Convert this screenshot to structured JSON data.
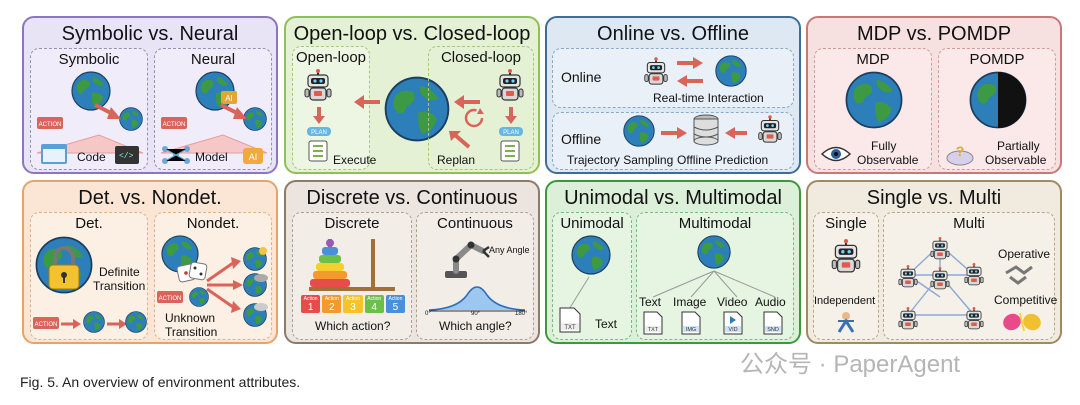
{
  "panels": {
    "symbolic_neural": {
      "title": "Symbolic vs. Neural",
      "left": "Symbolic",
      "right": "Neural",
      "code": "Code",
      "model": "Model"
    },
    "open_closed": {
      "title": "Open-loop vs. Closed-loop",
      "left": "Open-loop",
      "right": "Closed-loop",
      "execute": "Execute",
      "replan": "Replan",
      "plan": "PLAN"
    },
    "online_offline": {
      "title": "Online vs. Offline",
      "online": "Online",
      "realtime": "Real-time Interaction",
      "offline": "Offline",
      "trajectory": "Trajectory Sampling",
      "offline_prediction": "Offline Prediction"
    },
    "mdp_pomdp": {
      "title": "MDP vs. POMDP",
      "left": "MDP",
      "right": "POMDP",
      "fully": "Fully",
      "observable": "Observable",
      "partially": "Partially",
      "observable2": "Observable"
    },
    "det_nondet": {
      "title": "Det. vs. Nondet.",
      "left": "Det.",
      "right": "Nondet.",
      "definite": "Definite",
      "transition": "Transition",
      "unknown": "Unknown",
      "transition2": "Transition",
      "action": "ACTION"
    },
    "discrete_continuous": {
      "title": "Discrete vs. Continuous",
      "left": "Discrete",
      "right": "Continuous",
      "any_angle": "Any Angle",
      "which_action": "Which action?",
      "which_angle": "Which angle?",
      "actions": [
        "1",
        "2",
        "3",
        "4",
        "5"
      ],
      "action_word": "Action",
      "deg0": "0°",
      "deg90": "90°",
      "deg180": "180°"
    },
    "unimodal_multimodal": {
      "title": "Unimodal vs. Multimodal",
      "left": "Unimodal",
      "right": "Multimodal",
      "text": "Text",
      "mods": [
        "Text",
        "Image",
        "Video",
        "Audio"
      ],
      "files": [
        "TXT",
        "TXT",
        "IMG",
        "VID",
        "SND"
      ]
    },
    "single_multi": {
      "title": "Single vs. Multi",
      "left": "Single",
      "right": "Multi",
      "independent": "Independent",
      "operative": "Operative",
      "competitive": "Competitive"
    }
  },
  "caption": "Fig. 5. An overview of environment attributes.",
  "watermark": "公众号 · PaperAgent",
  "colors": {
    "purple": "#7b68b5",
    "green": "#7fb04a",
    "blue": "#3f6d9a",
    "pink": "#c9787a",
    "orange": "#e6a36b",
    "brown": "#8c7a6b",
    "dgreen": "#3a8a3a",
    "tan": "#9a8a6a",
    "earth_blue": "#2c7fb8",
    "earth_green": "#3d9a42",
    "arrow": "#d9645a"
  }
}
